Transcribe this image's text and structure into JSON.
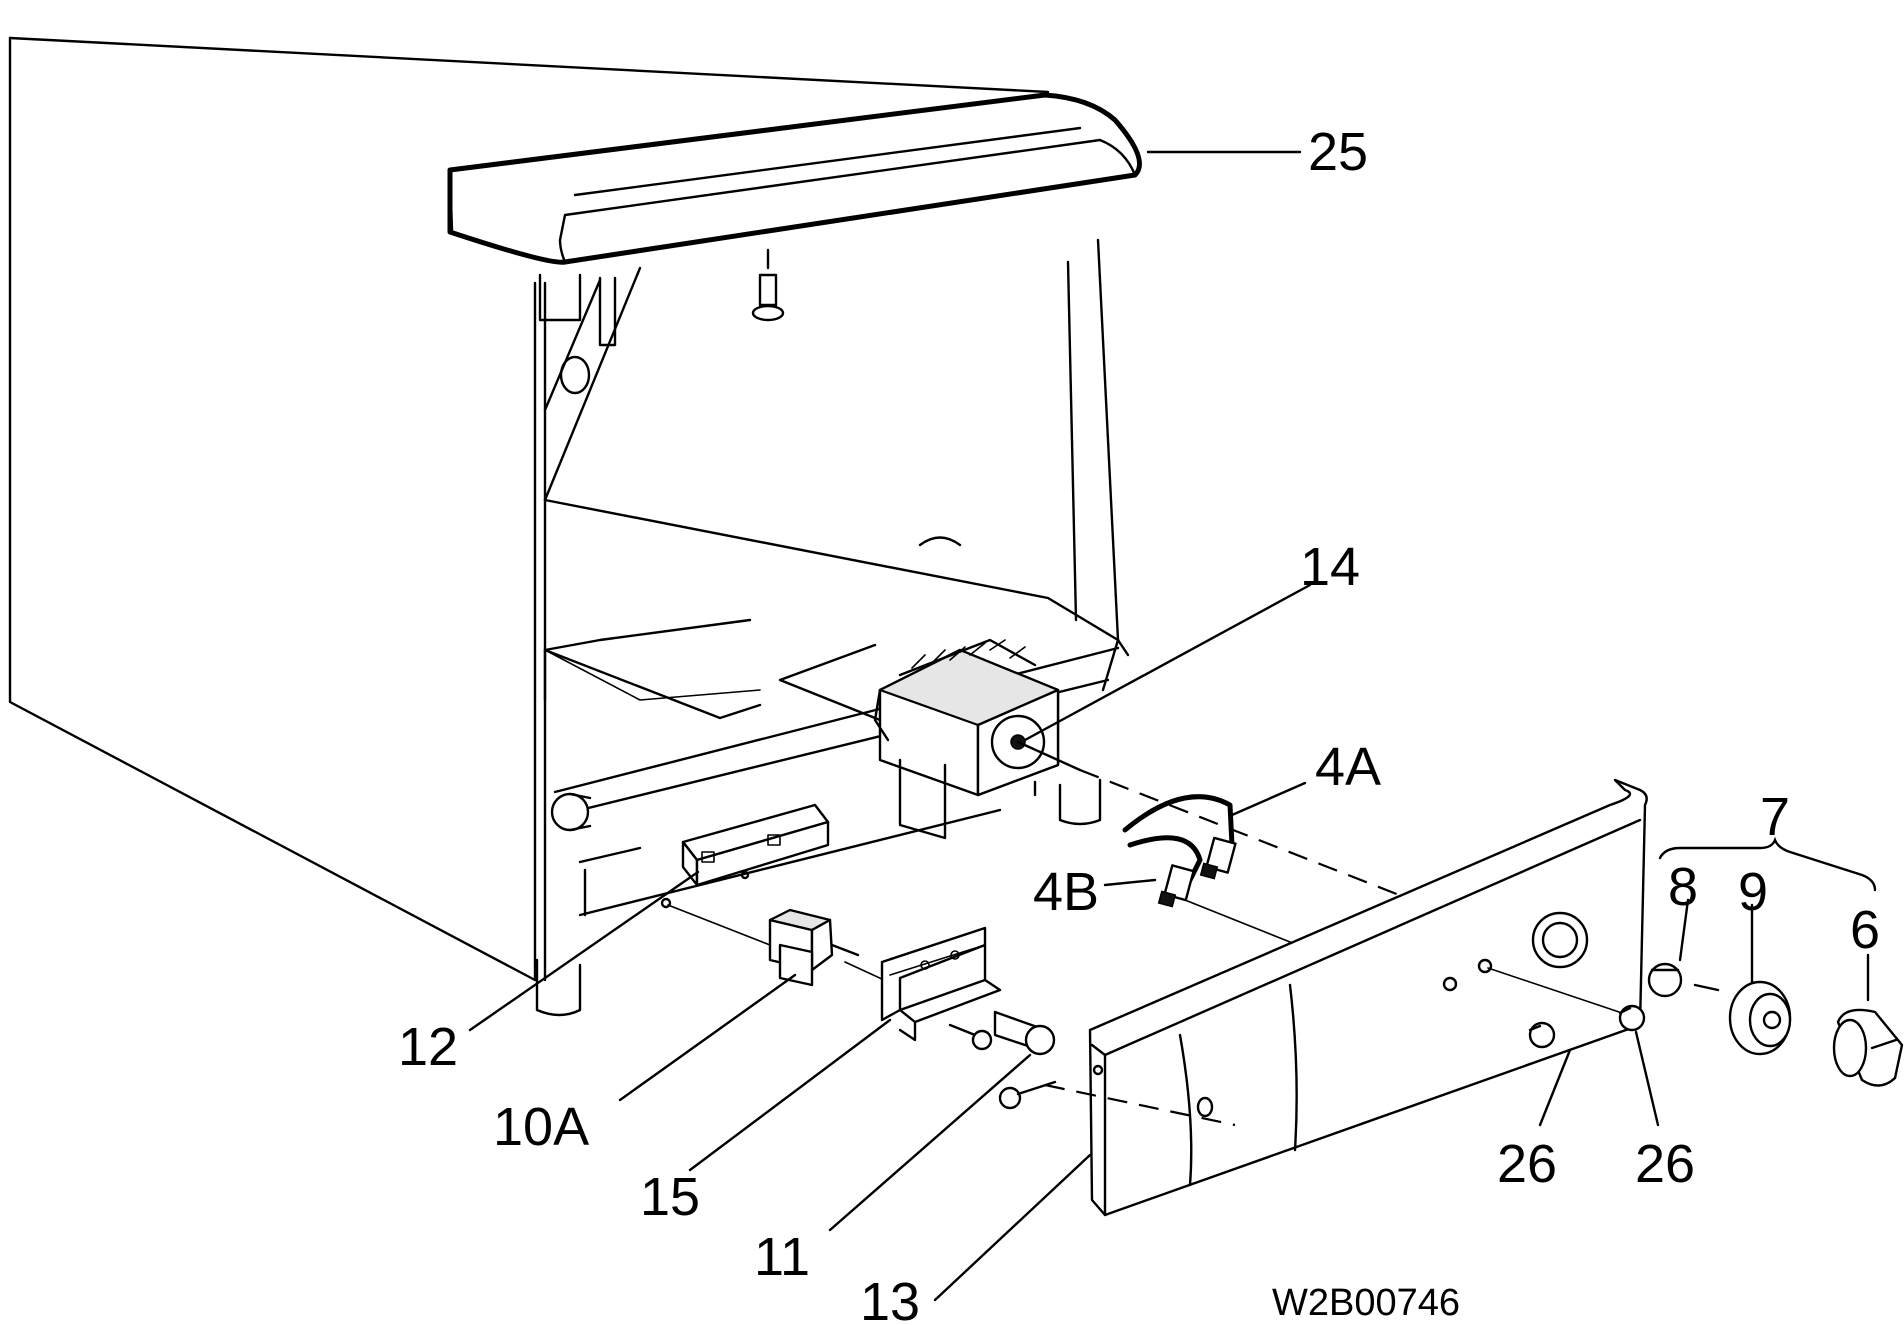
{
  "callouts": {
    "c25": "25",
    "c14": "14",
    "c4a": "4A",
    "c4b": "4B",
    "c7": "7",
    "c8": "8",
    "c9": "9",
    "c6": "6",
    "c12": "12",
    "c10a": "10A",
    "c15": "15",
    "c11": "11",
    "c13": "13",
    "c26a": "26",
    "c26b": "26"
  },
  "reference_code": "W2B00746"
}
